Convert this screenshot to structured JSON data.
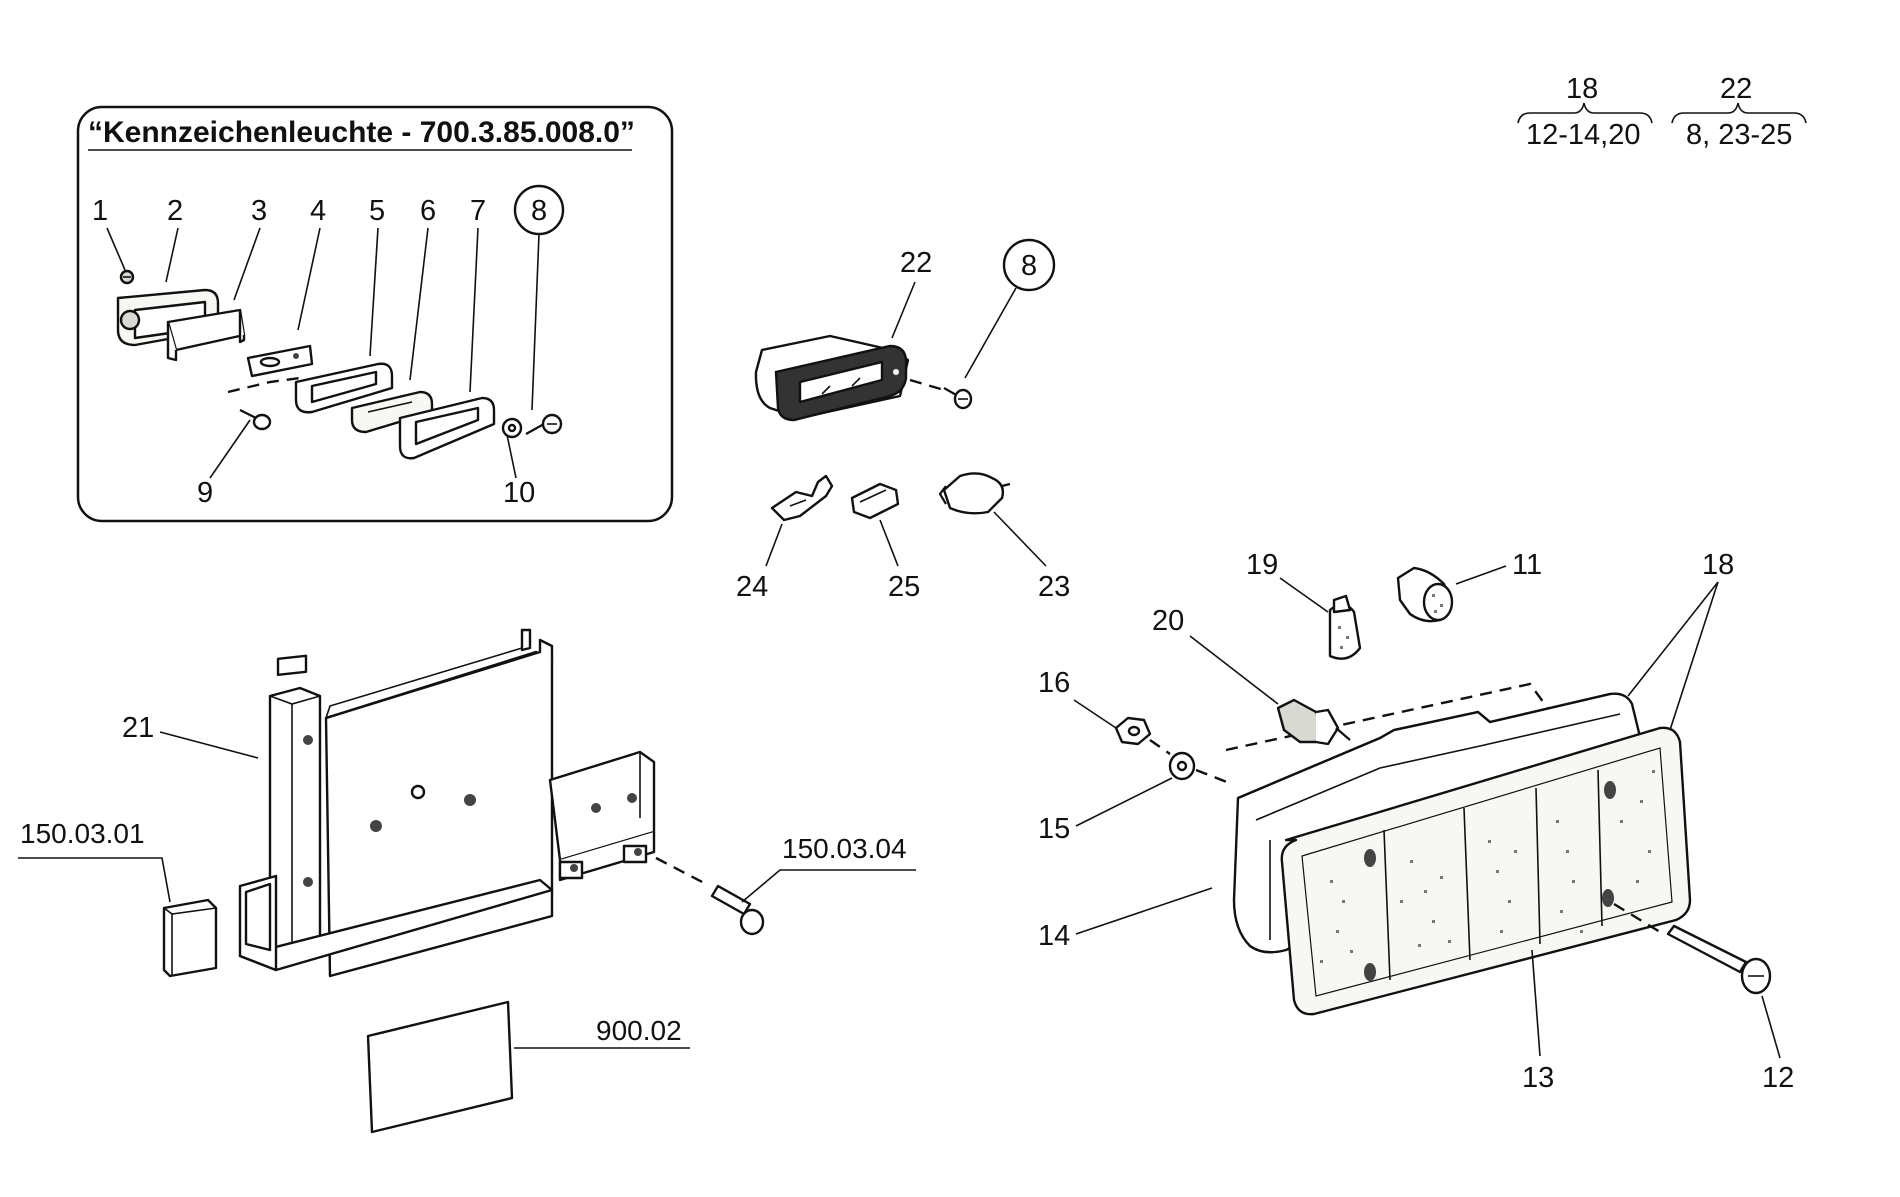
{
  "inset": {
    "title": "“Kennzeichenleuchte - 700.3.85.008.0”",
    "callouts": [
      "1",
      "2",
      "3",
      "4",
      "5",
      "6",
      "7",
      "8",
      "9",
      "10"
    ]
  },
  "groups": [
    {
      "top": "18",
      "bottom": "12-14,20"
    },
    {
      "top": "22",
      "bottom": "8, 23-25"
    }
  ],
  "callouts": {
    "c22": "22",
    "c8": "8",
    "c24": "24",
    "c25": "25",
    "c23": "23",
    "c19": "19",
    "c11": "11",
    "c18": "18",
    "c20": "20",
    "c16": "16",
    "c15": "15",
    "c14": "14",
    "c13": "13",
    "c12": "12",
    "c21": "21"
  },
  "part_numbers": {
    "p1": "150.03.01",
    "p2": "150.03.04",
    "p3": "900.02"
  }
}
